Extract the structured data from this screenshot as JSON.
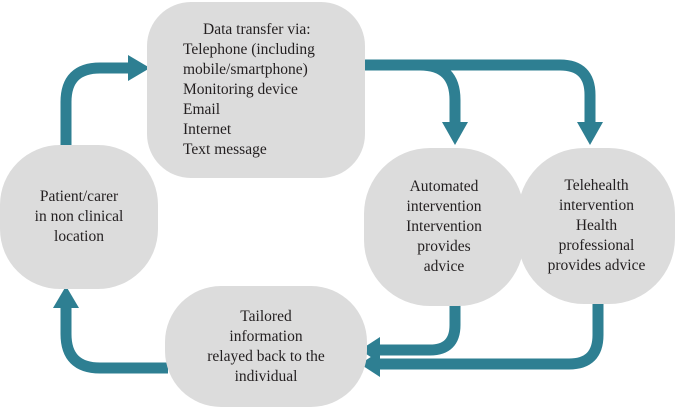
{
  "colors": {
    "arrow": "#2e7f92",
    "node_fill": "#dcdcdc",
    "text": "#231f20"
  },
  "nodes": {
    "data_transfer": {
      "lines": [
        "Data transfer via:",
        "Telephone (including",
        "mobile/smartphone)",
        "Monitoring device",
        "Email",
        "Internet",
        "Text message"
      ]
    },
    "patient": {
      "lines": [
        "Patient/carer",
        "in non clinical",
        "location"
      ]
    },
    "automated": {
      "lines": [
        "Automated",
        "intervention",
        "Intervention",
        "provides",
        "advice"
      ]
    },
    "telehealth": {
      "lines": [
        "Telehealth",
        "intervention",
        "Health",
        "professional",
        "provides advice"
      ]
    },
    "tailored": {
      "lines": [
        "Tailored",
        "information",
        "relayed back to the",
        "individual"
      ]
    }
  }
}
